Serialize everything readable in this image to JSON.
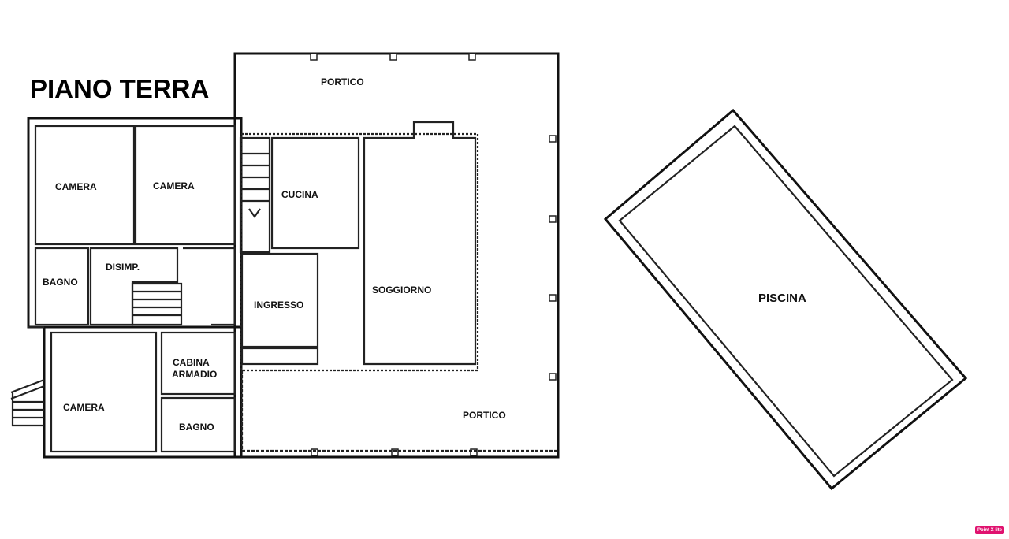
{
  "title": "PIANO TERRA",
  "rooms": {
    "camera_1": "CAMERA",
    "camera_2": "CAMERA",
    "camera_3": "CAMERA",
    "bagno_1": "BAGNO",
    "bagno_2": "BAGNO",
    "disimpegno": "DISIMP.",
    "cabina_armadio_line1": "CABINA",
    "cabina_armadio_line2": "ARMADIO",
    "cucina": "CUCINA",
    "ingresso": "INGRESSO",
    "soggiorno": "SOGGIORNO",
    "portico_top": "PORTICO",
    "portico_bottom": "PORTICO",
    "piscina": "PISCINA"
  },
  "badge": "Point X lite"
}
